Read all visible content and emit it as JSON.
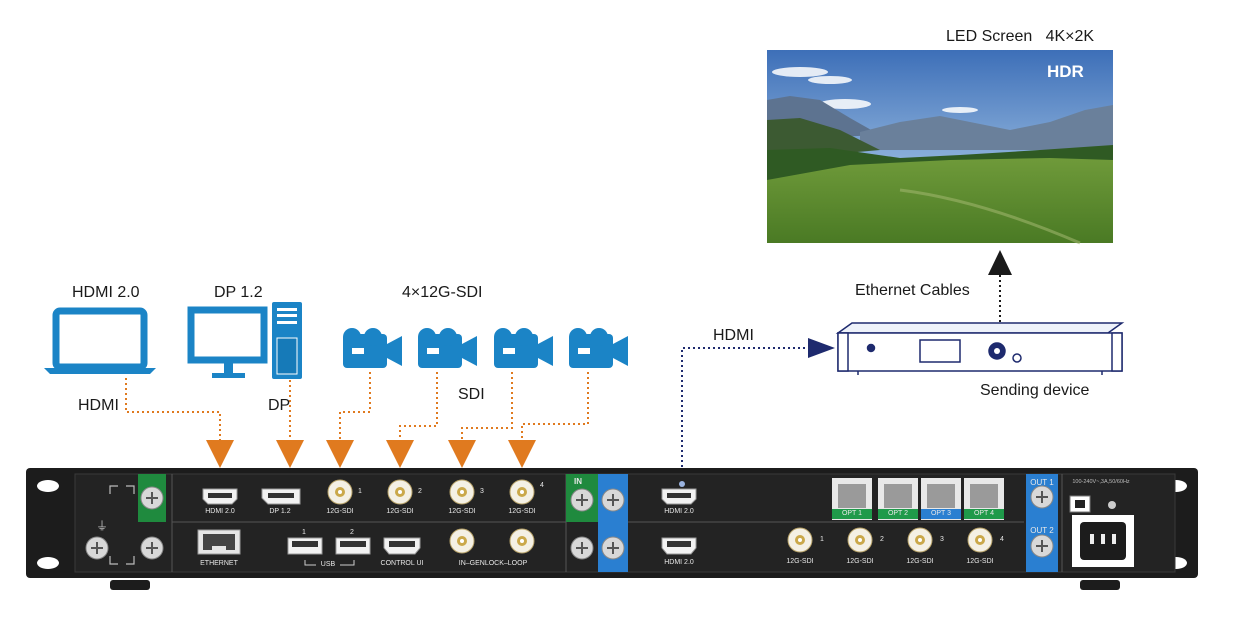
{
  "labels": {
    "led_screen": "LED Screen   4K×2K",
    "hdr": "HDR",
    "hdmi_source": "HDMI 2.0",
    "dp_source": "DP 1.2",
    "sdi_sources": "4×12G-SDI",
    "hdmi_cable": "HDMI",
    "dp_cable": "DP",
    "sdi_cable": "SDI",
    "hdmi_link": "HDMI",
    "ethernet_cables": "Ethernet Cables",
    "sending_device": "Sending device"
  },
  "panel": {
    "top_ports": [
      "HDMI 2.0",
      "DP 1.2",
      "12G-SDI",
      "12G-SDI",
      "12G-SDI",
      "12G-SDI"
    ],
    "sdi_numbers": [
      "1",
      "2",
      "3",
      "4"
    ],
    "bottom_ports": [
      "ETHERNET",
      "USB",
      "CONTROL UI",
      "IN–GENLOCK–LOOP"
    ],
    "usb_numbers": [
      "1",
      "2"
    ],
    "in_label": "IN",
    "out_hdmi": [
      "HDMI 2.0",
      "HDMI 2.0"
    ],
    "opt_ports": [
      "OPT 1",
      "OPT 2",
      "OPT 3",
      "OPT 4"
    ],
    "out_sdi": [
      "12G-SDI",
      "12G-SDI",
      "12G-SDI",
      "12G-SDI"
    ],
    "out_labels": [
      "OUT 1",
      "OUT 2"
    ],
    "power_rating": "100-240V~,3A,50/60Hz"
  },
  "colors": {
    "arrow_orange": "#e07a1f",
    "link_blue": "#1e2a6e",
    "icon_blue": "#1b84c6",
    "panel_dark": "#1c1c1c",
    "opt_green": "#1f9a4a",
    "port_blue": "#2a7fd1"
  }
}
